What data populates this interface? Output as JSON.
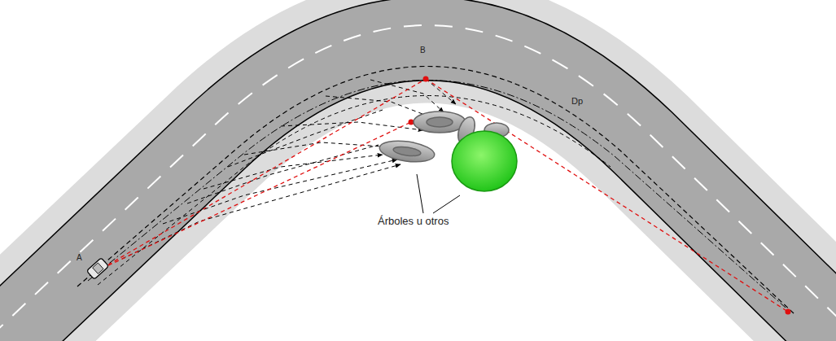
{
  "diagram": {
    "labels": [
      "A",
      "B",
      "Dp",
      "Árboles u otros"
    ]
  }
}
